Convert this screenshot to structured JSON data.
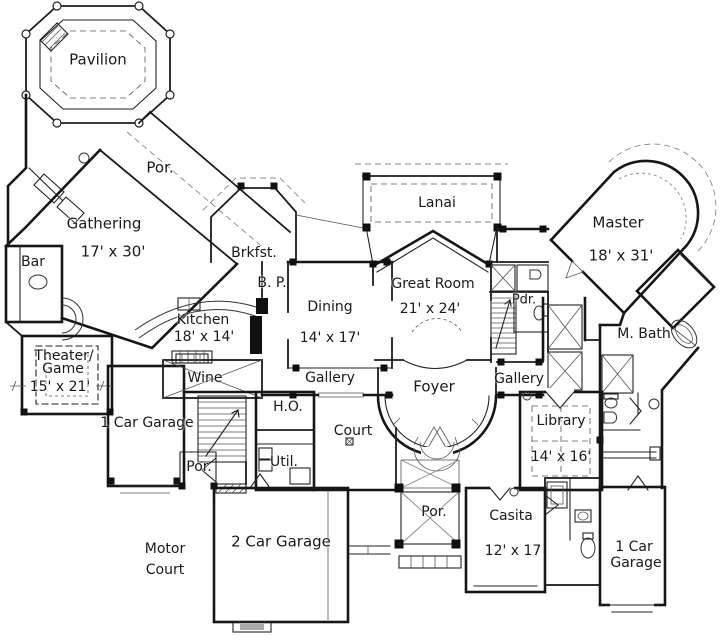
{
  "document": {
    "type": "architectural first-floor plan",
    "paper_color": "#ffffff",
    "ink_color": "#1a1a1a"
  },
  "rooms": {
    "pavilion": {
      "label": "Pavilion"
    },
    "upper_porch": {
      "label": "Por."
    },
    "gathering": {
      "label": "Gathering",
      "dims": "17' x 30'"
    },
    "bar": {
      "label": "Bar"
    },
    "breakfast": {
      "label": "Brkfst."
    },
    "butlers_pantry": {
      "label": "B. P."
    },
    "kitchen": {
      "label": "Kitchen",
      "dims": "18' x 14'"
    },
    "theater_game": {
      "line1": "Theater/",
      "line2": "Game",
      "dims": "15' x 21'"
    },
    "wine": {
      "label": "Wine"
    },
    "dining": {
      "label": "Dining",
      "dims": "14' x 17'"
    },
    "lanai": {
      "label": "Lanai"
    },
    "great_room": {
      "label": "Great Room",
      "dims": "21' x 24'"
    },
    "powder": {
      "label": "Pdr."
    },
    "master": {
      "label": "Master",
      "dims": "18' x 31'"
    },
    "master_bath": {
      "label": "M. Bath"
    },
    "gallery_west": {
      "label": "Gallery"
    },
    "foyer": {
      "label": "Foyer"
    },
    "gallery_east": {
      "label": "Gallery"
    },
    "garage_west": {
      "label": "1 Car Garage"
    },
    "home_office": {
      "label": "H.O."
    },
    "court": {
      "label": "Court"
    },
    "library": {
      "label": "Library",
      "dims": "14' x 16'"
    },
    "west_porch": {
      "label": "Por."
    },
    "utility": {
      "label": "Util."
    },
    "motor_court": {
      "line1": "Motor",
      "line2": "Court"
    },
    "garage_2car": {
      "label": "2 Car Garage"
    },
    "south_porch": {
      "label": "Por."
    },
    "casita": {
      "label": "Casita",
      "dims": "12' x 17"
    },
    "garage_east": {
      "line1": "1 Car",
      "line2": "Garage"
    }
  }
}
